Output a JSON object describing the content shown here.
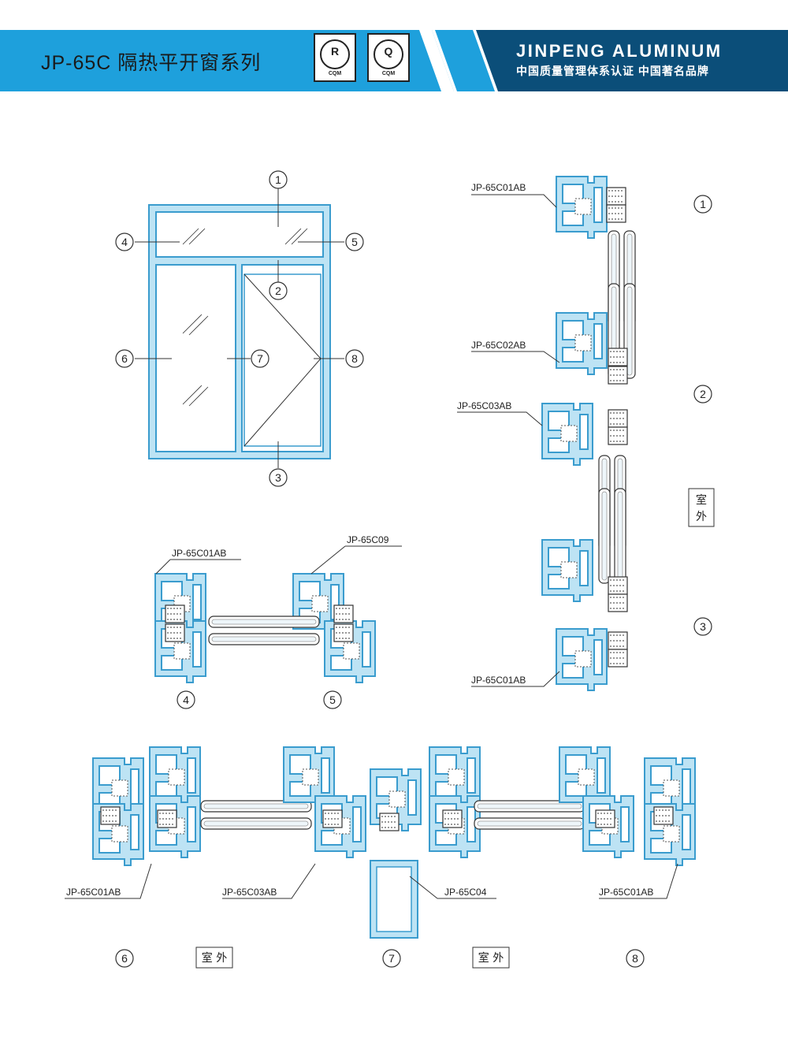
{
  "header": {
    "title": "JP-65C 隔热平开窗系列",
    "logo_r_mark": "R",
    "logo_r_caption": "CQM",
    "logo_q_mark": "Q",
    "logo_q_caption": "CQM",
    "brand": "JINPENG ALUMINUM",
    "brand_subtitle": "中国质量管理体系认证 中国著名品牌"
  },
  "colors": {
    "header_light_blue": "#1ea0dc",
    "header_dark_blue": "#0b4e79",
    "profile_fill": "#bde3f4",
    "profile_stroke": "#3a9cce",
    "line": "#333333"
  },
  "callouts": [
    "1",
    "2",
    "3",
    "4",
    "5",
    "6",
    "7",
    "8"
  ],
  "profiles": {
    "c01ab": "JP-65C01AB",
    "c02ab": "JP-65C02AB",
    "c03ab": "JP-65C03AB",
    "c04": "JP-65C04",
    "c09": "JP-65C09"
  },
  "outside_label_char1": "室",
  "outside_label_char2": "外",
  "outside_label": "室 外"
}
